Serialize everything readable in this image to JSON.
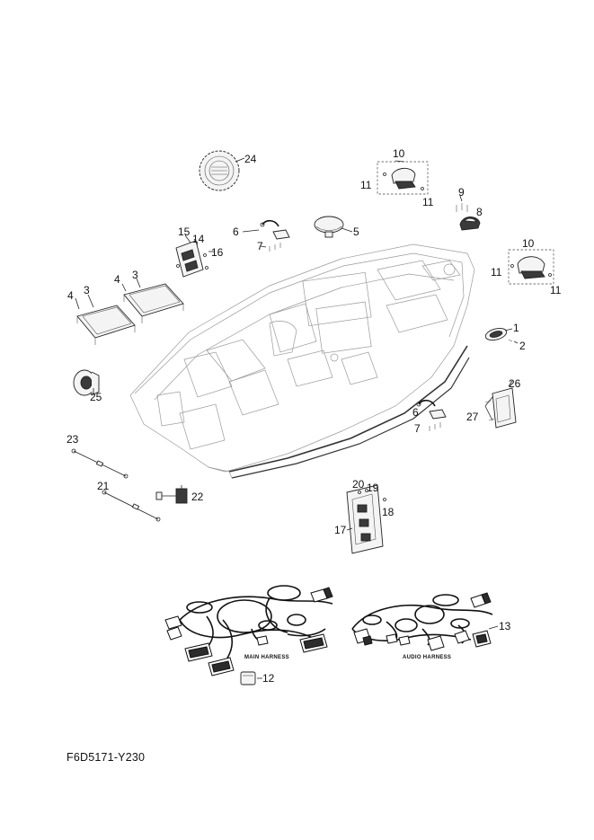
{
  "diagram_code": "F6D5171-Y230",
  "harness_labels": {
    "main": "MAIN HARNESS",
    "audio": "AUDIO HARNESS"
  },
  "callouts": [
    {
      "id": "c1",
      "text": "1"
    },
    {
      "id": "c2",
      "text": "2"
    },
    {
      "id": "c3a",
      "text": "3"
    },
    {
      "id": "c3b",
      "text": "3"
    },
    {
      "id": "c4a",
      "text": "4"
    },
    {
      "id": "c4b",
      "text": "4"
    },
    {
      "id": "c5",
      "text": "5"
    },
    {
      "id": "c6a",
      "text": "6"
    },
    {
      "id": "c6b",
      "text": "6"
    },
    {
      "id": "c7a",
      "text": "7"
    },
    {
      "id": "c7b",
      "text": "7"
    },
    {
      "id": "c8",
      "text": "8"
    },
    {
      "id": "c9",
      "text": "9"
    },
    {
      "id": "c10a",
      "text": "10"
    },
    {
      "id": "c10b",
      "text": "10"
    },
    {
      "id": "c11a",
      "text": "11"
    },
    {
      "id": "c11b",
      "text": "11"
    },
    {
      "id": "c11c",
      "text": "11"
    },
    {
      "id": "c11d",
      "text": "11"
    },
    {
      "id": "c12",
      "text": "12"
    },
    {
      "id": "c13",
      "text": "13"
    },
    {
      "id": "c14",
      "text": "14"
    },
    {
      "id": "c15",
      "text": "15"
    },
    {
      "id": "c16",
      "text": "16"
    },
    {
      "id": "c17",
      "text": "17"
    },
    {
      "id": "c18",
      "text": "18"
    },
    {
      "id": "c19",
      "text": "19"
    },
    {
      "id": "c20",
      "text": "20"
    },
    {
      "id": "c21",
      "text": "21"
    },
    {
      "id": "c22",
      "text": "22"
    },
    {
      "id": "c23",
      "text": "23"
    },
    {
      "id": "c24",
      "text": "24"
    },
    {
      "id": "c25",
      "text": "25"
    },
    {
      "id": "c26",
      "text": "26"
    },
    {
      "id": "c27",
      "text": "27"
    }
  ]
}
